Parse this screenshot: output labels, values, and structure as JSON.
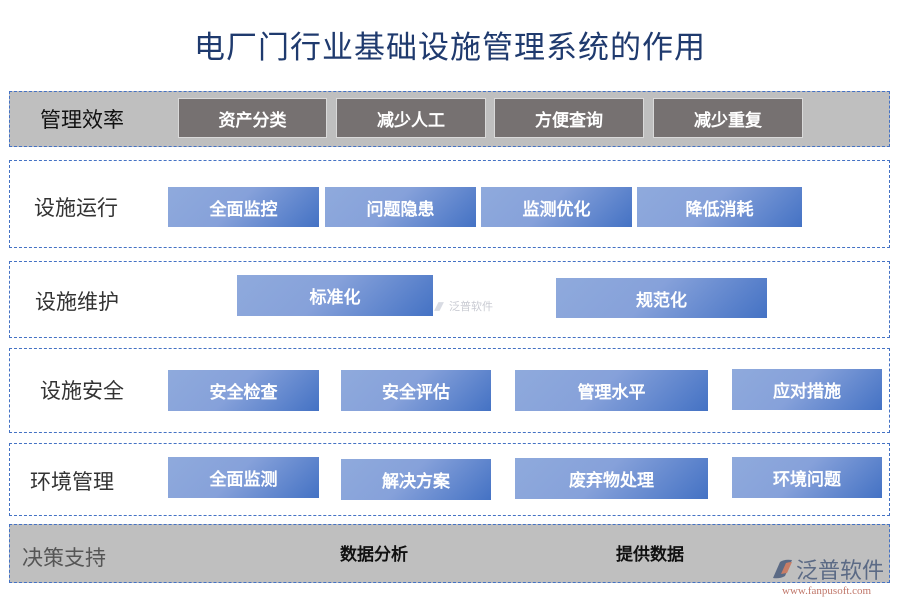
{
  "title": "电厂门行业基础设施管理系统的作用",
  "rows": [
    {
      "label": "管理效率",
      "items": [
        "资产分类",
        "减少人工",
        "方便查询",
        "减少重复"
      ]
    },
    {
      "label": "设施运行",
      "items": [
        "全面监控",
        "问题隐患",
        "监测优化",
        "降低消耗"
      ]
    },
    {
      "label": "设施维护",
      "items": [
        "标准化",
        "规范化"
      ]
    },
    {
      "label": "设施安全",
      "items": [
        "安全检查",
        "安全评估",
        "管理水平",
        "应对措施"
      ]
    },
    {
      "label": "环境管理",
      "items": [
        "全面监测",
        "解决方案",
        "废弃物处理",
        "环境问题"
      ]
    },
    {
      "label": "决策支持",
      "items": [
        "数据分析",
        "提供数据"
      ]
    }
  ],
  "watermark": {
    "text": "泛普软件"
  },
  "logo": {
    "name": "泛普软件",
    "url": "www.fanpusoft.com"
  },
  "colors": {
    "title": "#1f3a6e",
    "border": "#4472c4",
    "gray_band": "#bfbfbf",
    "dark_box": "#767171",
    "blue_start": "#8faadc",
    "blue_end": "#4472c4"
  }
}
